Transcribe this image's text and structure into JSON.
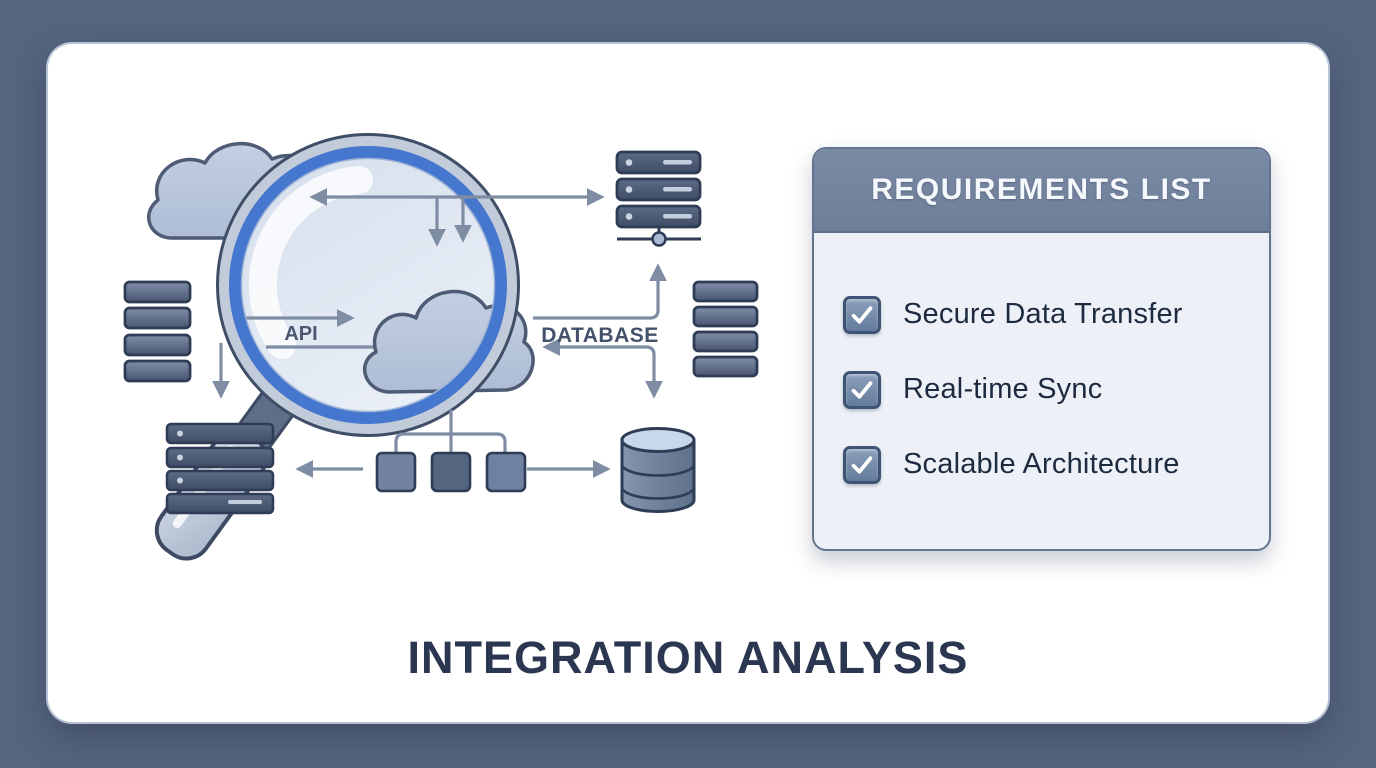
{
  "frame": {
    "background_color": "#56647f",
    "card_background": "#ffffff"
  },
  "title": "INTEGRATION ANALYSIS",
  "requirements_panel": {
    "header": "REQUIREMENTS LIST",
    "header_background": "#75849f",
    "body_background": "#edf1f7",
    "border_color": "#64748f",
    "checkbox_color": "#72869f",
    "text_color": "#1d2a3f",
    "items": [
      {
        "label": "Secure Data Transfer",
        "checked": true
      },
      {
        "label": "Real-time Sync",
        "checked": true
      },
      {
        "label": "Scalable Architecture",
        "checked": true
      }
    ]
  },
  "diagram": {
    "labels": {
      "api": "API",
      "database": "DATABASE"
    },
    "icons": [
      "magnifier-icon",
      "cloud-icon",
      "cloud-in-lens-icon",
      "server-rack-icon",
      "storage-stack-icon",
      "database-cylinder-icon",
      "process-squares-icon"
    ],
    "colors": {
      "arrow": "#7e8da4",
      "outline": "#2e3c55",
      "lens_ring_blue": "#4577ce",
      "lens_ring_light": "#c2cbd9",
      "glass_fill": "#dfe8f4",
      "cloud_fill": "#b9c6dc",
      "server_fill": "#515e77",
      "handle_fill": "#c5cfde"
    }
  }
}
